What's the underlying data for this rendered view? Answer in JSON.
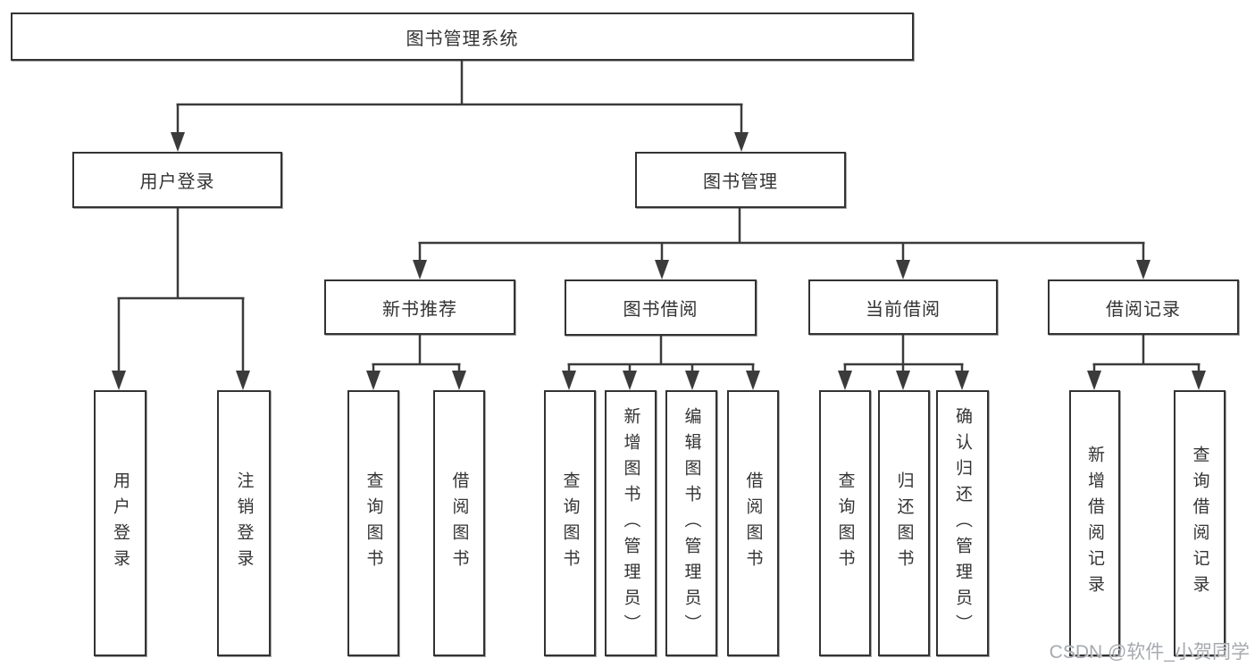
{
  "diagram_type": "function-structure-tree",
  "colors": {
    "background": "#ffffff",
    "box_border": "#333333",
    "line": "#3b3b3b",
    "text": "#333333",
    "watermark": "#9ea3a8"
  },
  "tree": {
    "label": "图书管理系统",
    "children": [
      {
        "label": "用户登录",
        "children": [
          {
            "label": "用户登录"
          },
          {
            "label": "注销登录"
          }
        ]
      },
      {
        "label": "图书管理",
        "children": [
          {
            "label": "新书推荐",
            "children": [
              {
                "label": "查询图书"
              },
              {
                "label": "借阅图书"
              }
            ]
          },
          {
            "label": "图书借阅",
            "children": [
              {
                "label": "查询图书"
              },
              {
                "label": "新增图书（管理员）"
              },
              {
                "label": "编辑图书（管理员）"
              },
              {
                "label": "借阅图书"
              }
            ]
          },
          {
            "label": "当前借阅",
            "children": [
              {
                "label": "查询图书"
              },
              {
                "label": "归还图书"
              },
              {
                "label": "确认归还（管理员）"
              }
            ]
          },
          {
            "label": "借阅记录",
            "children": [
              {
                "label": "新增借阅记录"
              },
              {
                "label": "查询借阅记录"
              }
            ]
          }
        ]
      }
    ]
  },
  "watermark": {
    "text": "CSDN @软件_小贺同学"
  }
}
